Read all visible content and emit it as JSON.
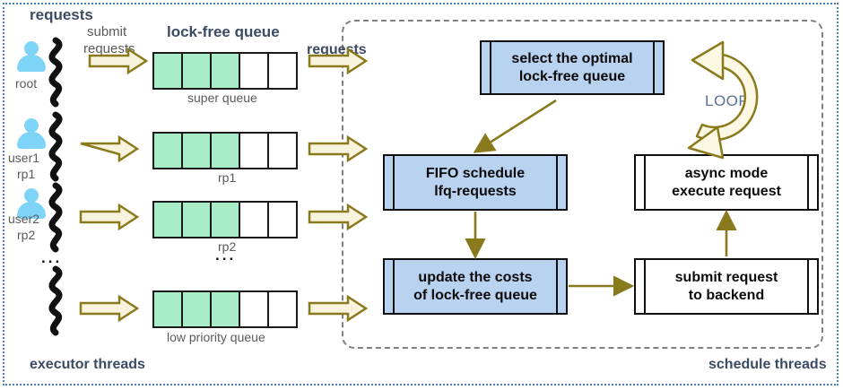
{
  "colors": {
    "outer_frame": "#4a7ebb",
    "inner_frame": "#808080",
    "arrow": "#8a7a1e",
    "queue_filled": "#a8edc8",
    "box_blue": "#b8d2f0",
    "box_white": "#ffffff",
    "person": "#7ed4f7",
    "text_dark": "#3b4b63",
    "loop_fill": "#fcf8e3"
  },
  "left_panel": {
    "title": "requests",
    "footer": "executor threads",
    "submit_label_line1": "submit",
    "submit_label_line2": "requests",
    "queues_title": "lock-free queue",
    "requests_out_label": "requests",
    "ellipsis": "...",
    "actors": [
      {
        "name": "root",
        "sub": "",
        "icon": "person-icon"
      },
      {
        "name": "user1",
        "sub": "rp1",
        "icon": "person-icon"
      },
      {
        "name": "user2",
        "sub": "rp2",
        "icon": "person-icon"
      },
      {
        "name": "",
        "sub": "",
        "icon": ""
      }
    ],
    "queues": [
      {
        "label": "super queue",
        "cells": [
          "filled",
          "filled",
          "filled",
          "empty",
          "empty"
        ]
      },
      {
        "label": "rp1",
        "cells": [
          "filled",
          "filled",
          "filled",
          "empty",
          "empty"
        ]
      },
      {
        "label": "rp2",
        "cells": [
          "filled",
          "filled",
          "filled",
          "empty",
          "empty"
        ]
      },
      {
        "label": "low priority  queue",
        "cells": [
          "filled",
          "filled",
          "filled",
          "empty",
          "empty"
        ]
      }
    ]
  },
  "right_panel": {
    "footer": "schedule threads",
    "loop_label": "LOOP",
    "boxes": {
      "select": {
        "line1": "select the optimal",
        "line2": "lock-free queue",
        "style": "blue"
      },
      "fifo": {
        "line1": "FIFO schedule",
        "line2": "lfq-requests",
        "style": "blue"
      },
      "update": {
        "line1": "update the costs",
        "line2": "of lock-free queue",
        "style": "blue"
      },
      "async": {
        "line1": "async mode",
        "line2": "execute request",
        "style": "white"
      },
      "submit": {
        "line1": "submit request",
        "line2": "to backend",
        "style": "white"
      }
    }
  }
}
